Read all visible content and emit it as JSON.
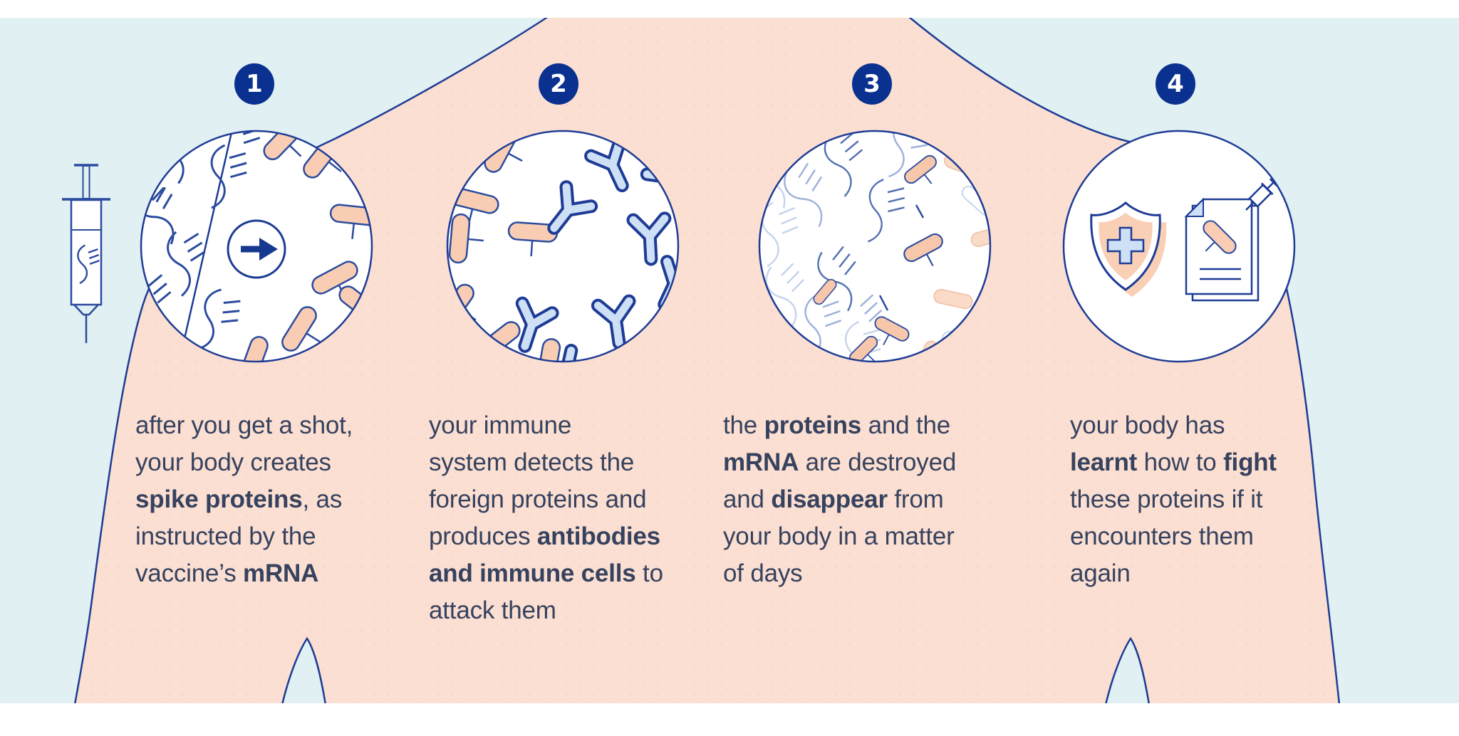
{
  "infographic": {
    "title_present": false,
    "colors": {
      "background_blue": "#e0f0f3",
      "body_peach": "#fbdfd2",
      "outline_navy": "#1e3c96",
      "badge_navy": "#0a318f",
      "text_navy": "#36425e",
      "capsule_fill": "#f9cdb4",
      "antibody_fill": "#cde0f5",
      "circle_fill": "#ffffff"
    },
    "left_icon": "syringe-with-mrna",
    "steps": [
      {
        "number": "1",
        "icon": "mrna-becomes-spike-proteins-circle",
        "lines": [
          [
            {
              "t": "after you get a shot,"
            }
          ],
          [
            {
              "t": "your body creates"
            }
          ],
          [
            {
              "t": "spike proteins",
              "b": true
            },
            {
              "t": ", as"
            }
          ],
          [
            {
              "t": "instructed by the"
            }
          ],
          [
            {
              "t": "vaccine’s "
            },
            {
              "t": "mRNA",
              "b": true
            }
          ]
        ]
      },
      {
        "number": "2",
        "icon": "antibodies-and-proteins-circle",
        "lines": [
          [
            {
              "t": "your immune"
            }
          ],
          [
            {
              "t": "system detects the"
            }
          ],
          [
            {
              "t": "foreign proteins and"
            }
          ],
          [
            {
              "t": "produces "
            },
            {
              "t": "antibodies",
              "b": true
            }
          ],
          [
            {
              "t": "and immune cells",
              "b": true
            },
            {
              "t": " to"
            }
          ],
          [
            {
              "t": "attack them"
            }
          ]
        ]
      },
      {
        "number": "3",
        "icon": "fading-proteins-and-mrna-circle",
        "lines": [
          [
            {
              "t": "the "
            },
            {
              "t": "proteins",
              "b": true
            },
            {
              "t": " and the"
            }
          ],
          [
            {
              "t": "mRNA",
              "b": true
            },
            {
              "t": " are destroyed"
            }
          ],
          [
            {
              "t": "and "
            },
            {
              "t": "disappear",
              "b": true
            },
            {
              "t": " from"
            }
          ],
          [
            {
              "t": "your body in a matter"
            }
          ],
          [
            {
              "t": "of days"
            }
          ]
        ]
      },
      {
        "number": "4",
        "icon": "immunity-shield-and-vaccination-record-circle",
        "lines": [
          [
            {
              "t": "your body has"
            }
          ],
          [
            {
              "t": "learnt",
              "b": true
            },
            {
              "t": " how to "
            },
            {
              "t": "fight",
              "b": true
            }
          ],
          [
            {
              "t": "these proteins if it"
            }
          ],
          [
            {
              "t": "encounters them"
            }
          ],
          [
            {
              "t": "again"
            }
          ]
        ]
      }
    ]
  }
}
